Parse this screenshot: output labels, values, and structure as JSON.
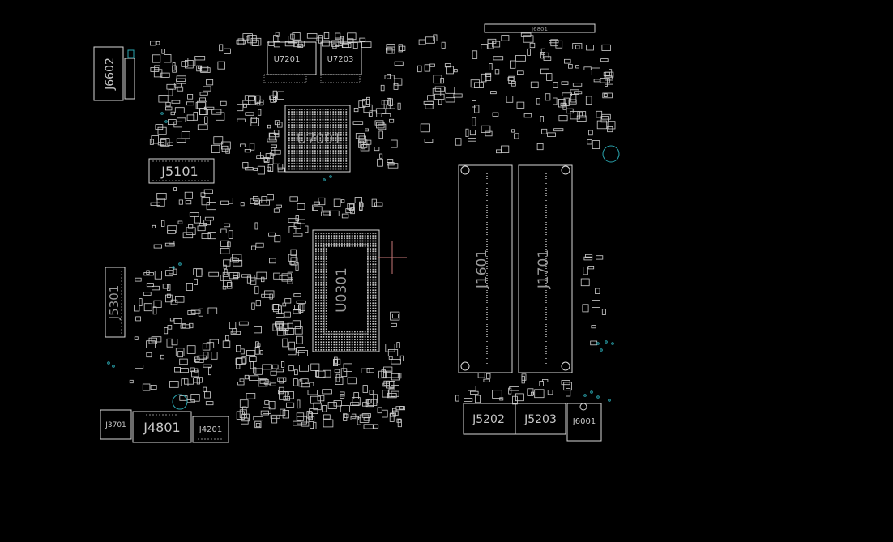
{
  "colors": {
    "background": "#000000",
    "outline": "#d8d8d8",
    "label": "#c8c8c8",
    "via_accent": "#2aa6b0",
    "cursor": "#c87878"
  },
  "components": {
    "j6602": "J6602",
    "j5101": "J5101",
    "j5301": "J5301",
    "j3701": "J3701",
    "j4801": "J4801",
    "j4201": "J4201",
    "u7201": "U7201",
    "u7203": "U7203",
    "u7001": "U7001",
    "u0301": "U0301",
    "j6801": "J6801",
    "j1601": "J1601",
    "j1701": "J1701",
    "j5202": "J5202",
    "j5203": "J5203",
    "j6001": "J6001"
  }
}
